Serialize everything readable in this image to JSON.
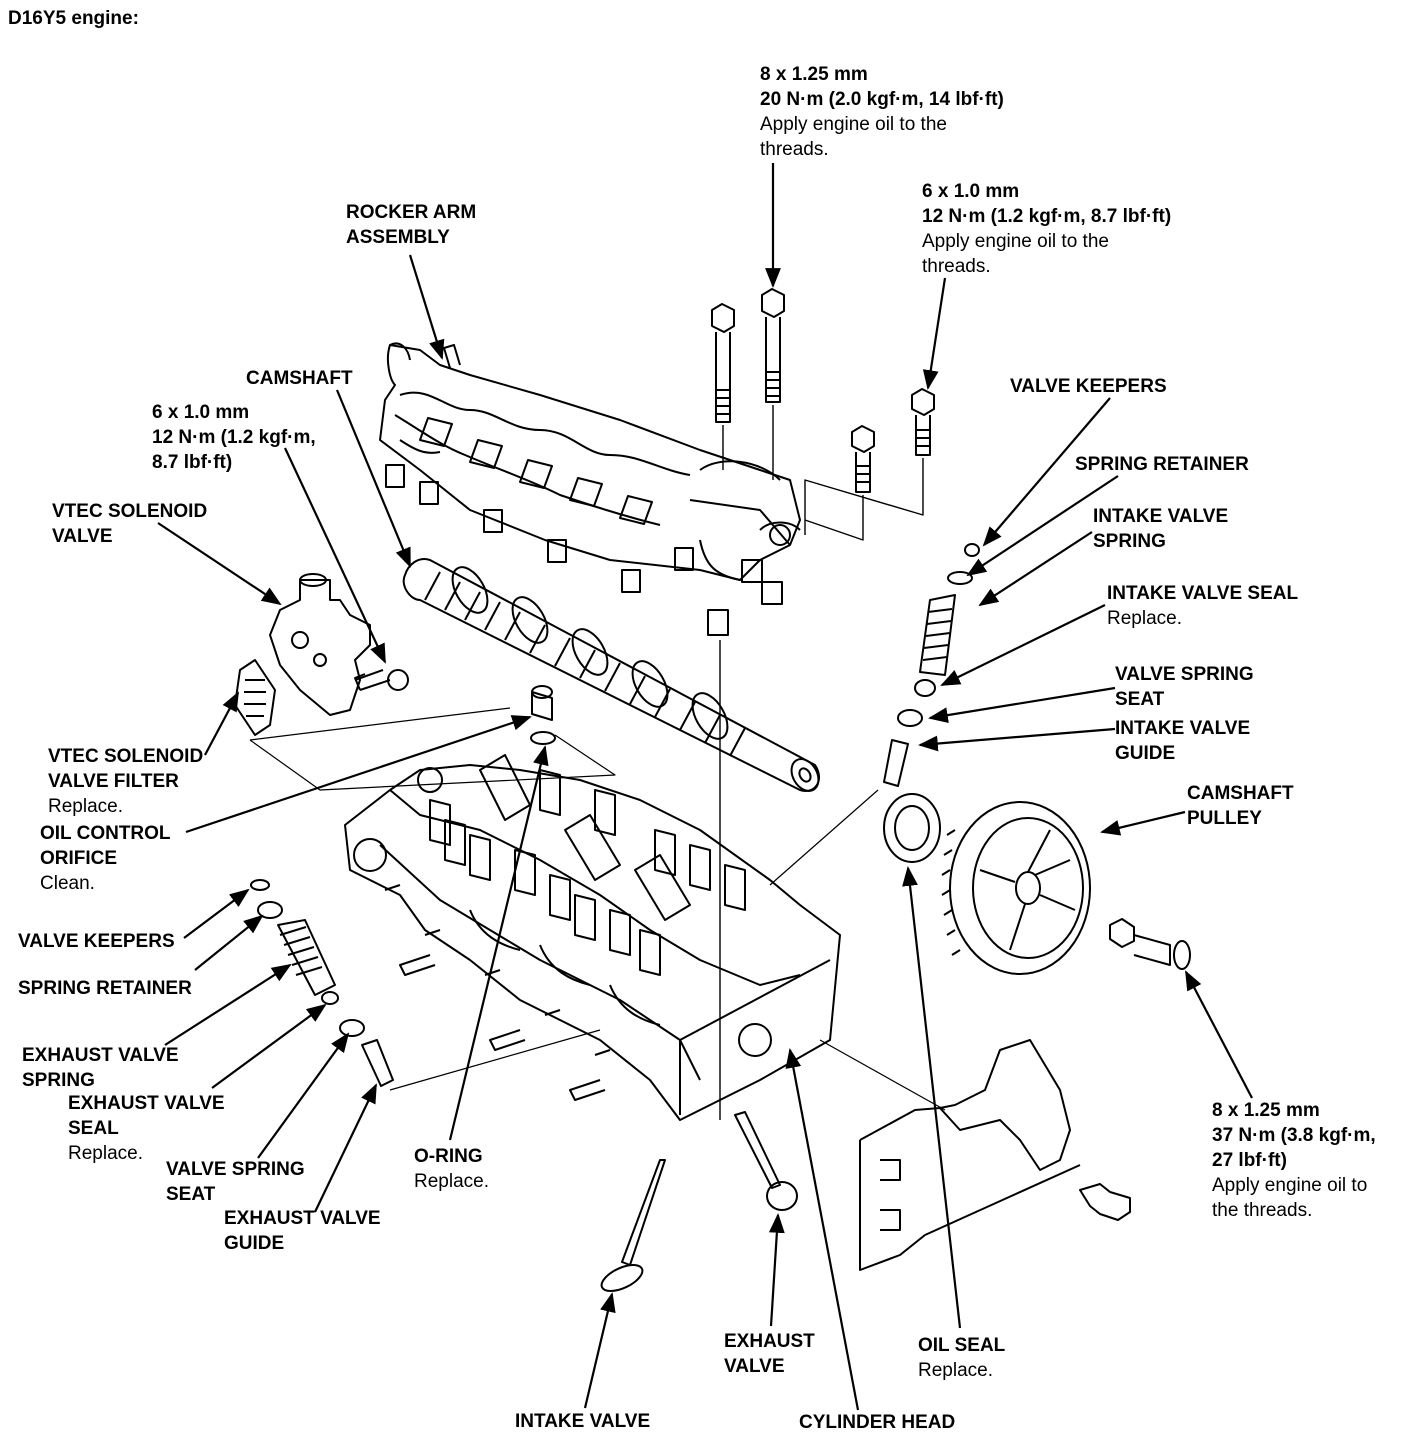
{
  "title": "D16Y5 engine:",
  "labels": {
    "top_bolt": {
      "l1": "8 x 1.25 mm",
      "l2": "20 N·m (2.0 kgf·m, 14 lbf·ft)",
      "l3": "Apply engine oil to the",
      "l4": "threads."
    },
    "right_bolt": {
      "l1": "6 x 1.0 mm",
      "l2": "12 N·m (1.2 kgf·m, 8.7 lbf·ft)",
      "l3": "Apply engine oil to the",
      "l4": "threads."
    },
    "rocker_arm": {
      "l1": "ROCKER ARM",
      "l2": "ASSEMBLY"
    },
    "camshaft": {
      "l1": "CAMSHAFT"
    },
    "left_bolt": {
      "l1": "6 x 1.0 mm",
      "l2": "12 N·m (1.2 kgf·m,",
      "l3": "8.7 lbf·ft)"
    },
    "vtec_valve": {
      "l1": "VTEC SOLENOID",
      "l2": "VALVE"
    },
    "vtec_filter": {
      "l1": "VTEC SOLENOID",
      "l2": "VALVE FILTER",
      "l3": "Replace."
    },
    "oil_orifice": {
      "l1": "OIL CONTROL",
      "l2": "ORIFICE",
      "l3": "Clean."
    },
    "valve_keepers_r": {
      "l1": "VALVE KEEPERS"
    },
    "spring_retainer_r": {
      "l1": "SPRING RETAINER"
    },
    "intake_spring": {
      "l1": "INTAKE VALVE",
      "l2": "SPRING"
    },
    "intake_seal": {
      "l1": "INTAKE VALVE SEAL",
      "l2": "Replace."
    },
    "spring_seat_r": {
      "l1": "VALVE SPRING",
      "l2": "SEAT"
    },
    "intake_guide": {
      "l1": "INTAKE VALVE",
      "l2": "GUIDE"
    },
    "cam_pulley": {
      "l1": "CAMSHAFT",
      "l2": "PULLEY"
    },
    "pulley_bolt": {
      "l1": "8 x 1.25 mm",
      "l2": "37 N·m (3.8 kgf·m,",
      "l3": "27 lbf·ft)",
      "l4": "Apply engine oil to",
      "l5": "the threads."
    },
    "valve_keepers_l": {
      "l1": "VALVE KEEPERS"
    },
    "spring_retainer_l": {
      "l1": "SPRING RETAINER"
    },
    "exhaust_spring": {
      "l1": "EXHAUST VALVE",
      "l2": "SPRING"
    },
    "exhaust_seal": {
      "l1": "EXHAUST VALVE",
      "l2": "SEAL",
      "l3": "Replace."
    },
    "spring_seat_l": {
      "l1": "VALVE SPRING",
      "l2": "SEAT"
    },
    "exhaust_guide": {
      "l1": "EXHAUST VALVE",
      "l2": "GUIDE"
    },
    "o_ring": {
      "l1": "O-RING",
      "l2": "Replace."
    },
    "exhaust_valve": {
      "l1": "EXHAUST",
      "l2": "VALVE"
    },
    "oil_seal": {
      "l1": "OIL SEAL",
      "l2": "Replace."
    },
    "intake_valve": {
      "l1": "INTAKE VALVE"
    },
    "cylinder_head": {
      "l1": "CYLINDER HEAD"
    }
  }
}
